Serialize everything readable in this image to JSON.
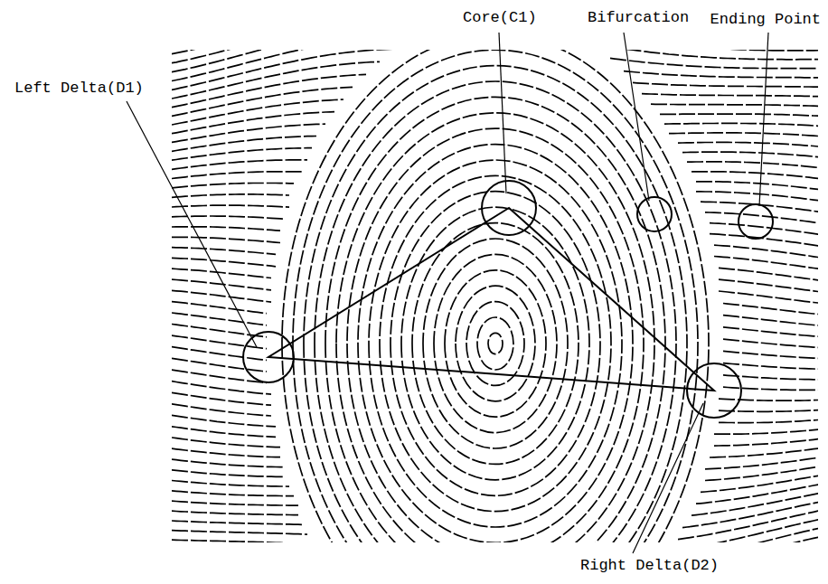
{
  "diagram": {
    "labels": [
      "Core(C1)",
      "Bifurcation",
      "Ending Point",
      "Left Delta(D1)",
      "Right Delta(D2)"
    ]
  }
}
